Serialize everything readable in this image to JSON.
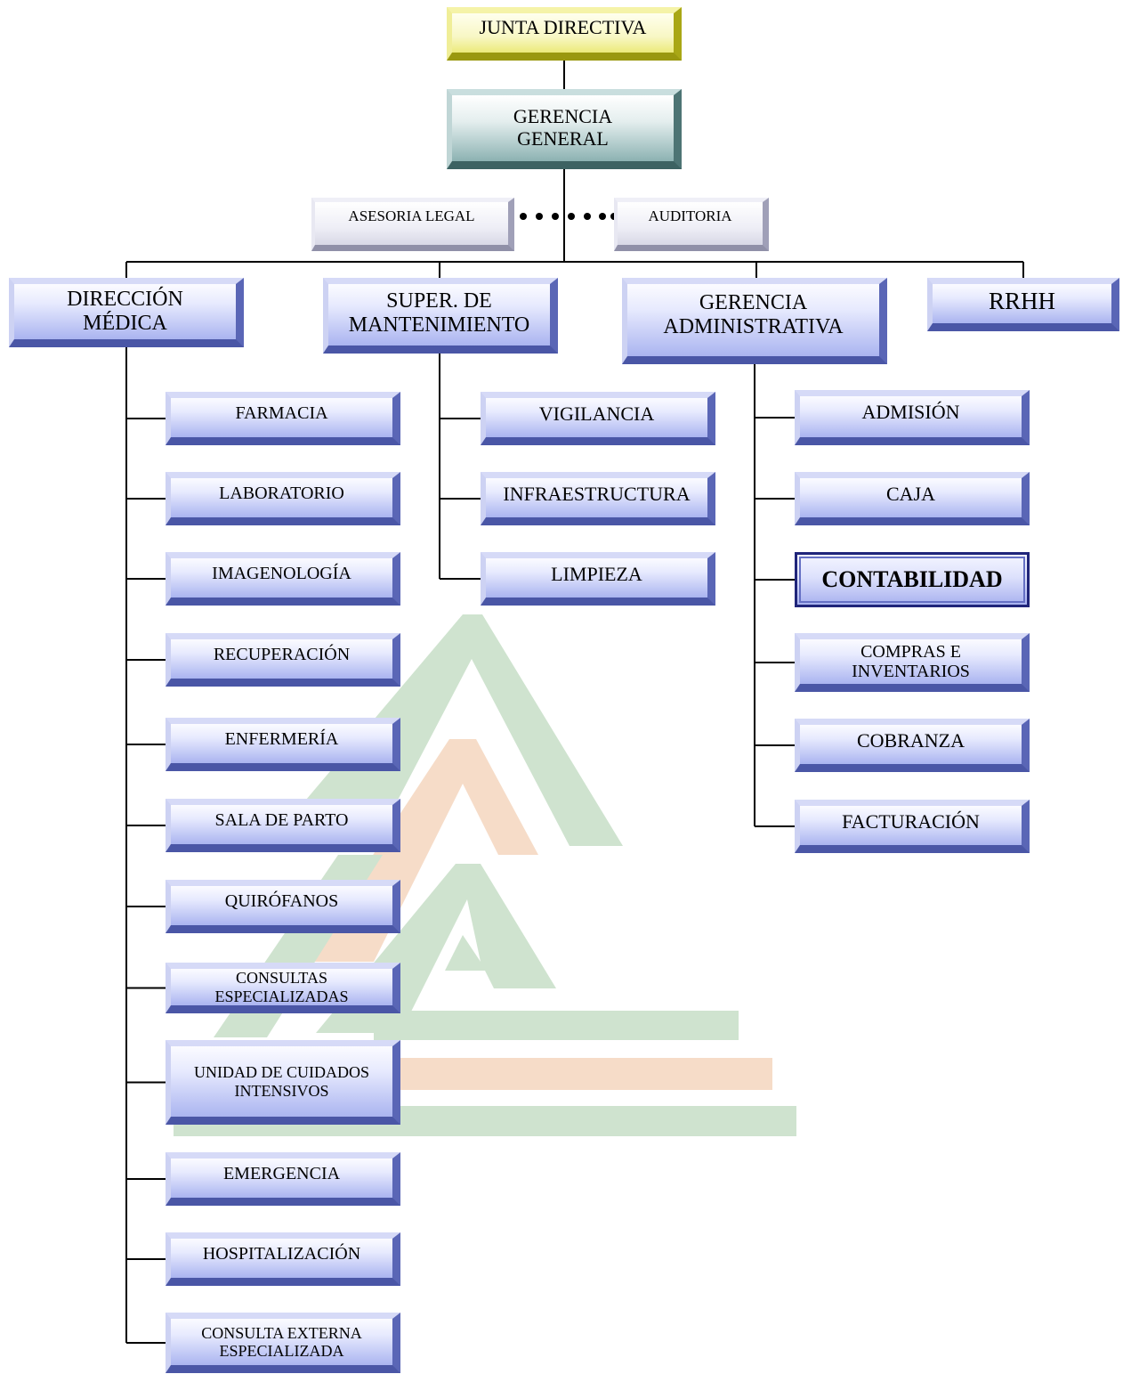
{
  "top": {
    "junta": "JUNTA DIRECTIVA",
    "gerencia_general": "GERENCIA\nGENERAL",
    "asesoria": "ASESORIA LEGAL",
    "auditoria": "AUDITORIA"
  },
  "departments": {
    "medica": "DIRECCIÓN\nMÉDICA",
    "mantenimiento": "SUPER. DE\nMANTENIMIENTO",
    "administrativa": "GERENCIA\nADMINISTRATIVA",
    "rrhh": "RRHH"
  },
  "medica_units": [
    "FARMACIA",
    "LABORATORIO",
    "IMAGENOLOGÍA",
    "RECUPERACIÓN",
    "ENFERMERÍA",
    "SALA DE PARTO",
    "QUIRÓFANOS",
    "CONSULTAS\nESPECIALIZADAS",
    "UNIDAD DE CUIDADOS\nINTENSIVOS",
    "EMERGENCIA",
    "HOSPITALIZACIÓN",
    "CONSULTA EXTERNA\nESPECIALIZADA"
  ],
  "mantenimiento_units": [
    "VIGILANCIA",
    "INFRAESTRUCTURA",
    "LIMPIEZA"
  ],
  "administrativa_units": [
    "ADMISIÓN",
    "CAJA",
    "CONTABILIDAD",
    "COMPRAS E\nINVENTARIOS",
    "COBRANZA",
    "FACTURACIÓN"
  ],
  "watermark": {
    "green": "#cfe3cf",
    "orange": "#f6dcc8"
  }
}
